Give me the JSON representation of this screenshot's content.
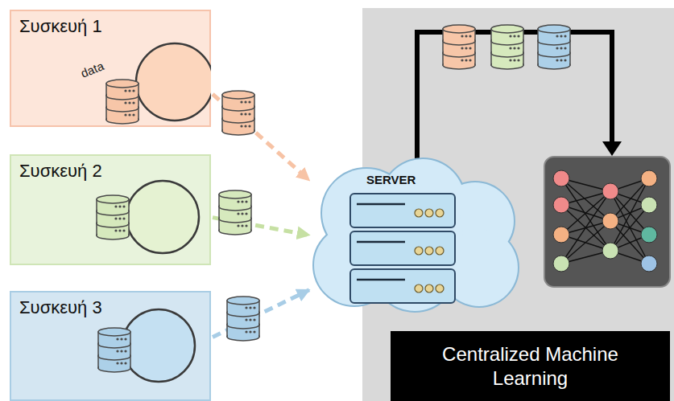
{
  "diagram": {
    "nodes": [
      {
        "text": [
          "Συσκευή 1"
        ]
      },
      {
        "text": [
          "Συσκευή 2"
        ]
      },
      {
        "text": [
          "Συσκευή 3"
        ]
      },
      {
        "text": [
          "SERVER"
        ]
      },
      {
        "text": [
          "Centralized Machine Learning"
        ]
      }
    ],
    "edges": [
      {
        "from": 0,
        "to": 3,
        "arrow": "to"
      },
      {
        "from": 1,
        "to": 3,
        "arrow": "to"
      },
      {
        "from": 2,
        "to": 3,
        "arrow": "to"
      }
    ],
    "labels": [
      "data"
    ]
  }
}
